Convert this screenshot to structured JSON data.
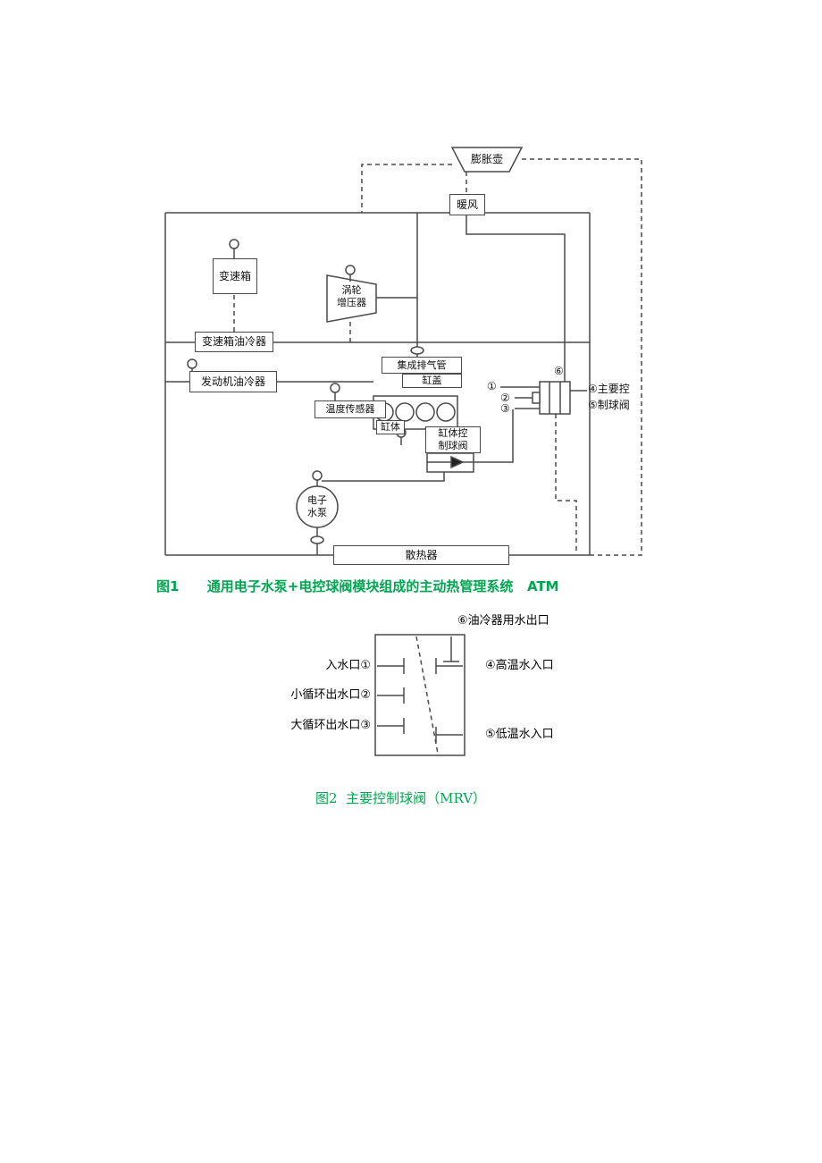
{
  "fig1": {
    "caption": "图1      通用电子水泵+电控球阀模块组成的主动热管理系统   ATM",
    "nodes": {
      "expansion_tank": "膨胀壶",
      "heater": "暖风",
      "transmission": "变速箱",
      "turbocharger": "涡轮\n增压器",
      "transmission_oil_cooler": "变速箱油冷器",
      "engine_oil_cooler": "发动机油冷器",
      "integrated_exhaust_manifold": "集成排气管",
      "cylinder_head": "缸盖",
      "temperature_sensor": "温度传感器",
      "cylinder_block": "缸体",
      "block_control_valve": "缸体控\n制球阀",
      "electronic_pump": "电子\n水泵",
      "radiator": "散热器"
    },
    "mrv_labels": {
      "port1": "①",
      "port2": "②",
      "port3": "③",
      "port6": "⑥",
      "main_valve_line1": "④主要控",
      "main_valve_line2": "⑤制球阀"
    }
  },
  "fig2": {
    "caption": "图2  主要控制球阀（MRV）",
    "ports": {
      "oil_cooler_outlet": "⑥油冷器用水出口",
      "water_inlet": "入水口①",
      "small_loop_outlet": "小循环出水口②",
      "large_loop_outlet": "大循环出水口③",
      "high_temp_inlet": "④高温水入口",
      "low_temp_inlet": "⑤低温水入口"
    }
  },
  "colors": {
    "caption_green": "#00a651",
    "line": "#4a4a4a"
  }
}
